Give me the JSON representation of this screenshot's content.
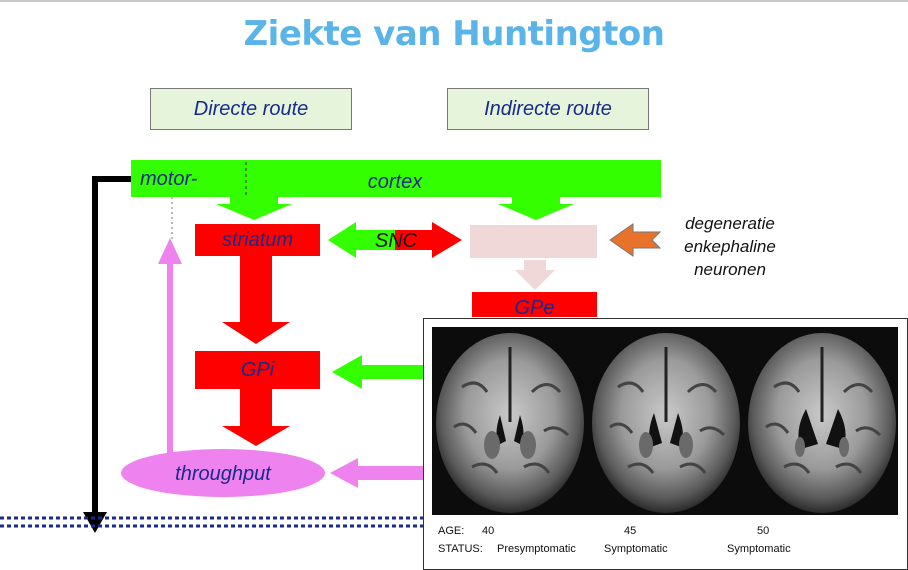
{
  "title": "Ziekte van Huntington",
  "routes": {
    "direct": "Directe route",
    "indirect": "Indirecte route"
  },
  "nodes": {
    "cortex_left": "motor-",
    "cortex_right": "cortex",
    "striatum": "striatum",
    "snc": "SNC",
    "gpe": "GPe",
    "gpi": "GPi",
    "throughput": "throughput"
  },
  "annotation": {
    "line1": "degeneratie",
    "line2": "enkephaline",
    "line3": "neuronen"
  },
  "mri": {
    "age_label": "AGE:",
    "status_label": "STATUS:",
    "scans": [
      {
        "age": "40",
        "status": "Presymptomatic"
      },
      {
        "age": "45",
        "status": "Symptomatic"
      },
      {
        "age": "50",
        "status": "Symptomatic"
      }
    ]
  },
  "colors": {
    "title": "#5ab4e8",
    "green": "#33ff00",
    "red": "#ff0000",
    "pink": "#f0d8d8",
    "violet": "#ee82ee",
    "orange": "#e8722a",
    "route_bg": "#e6f4dc",
    "text": "#1a2a88",
    "dots": "#1a2a88"
  }
}
